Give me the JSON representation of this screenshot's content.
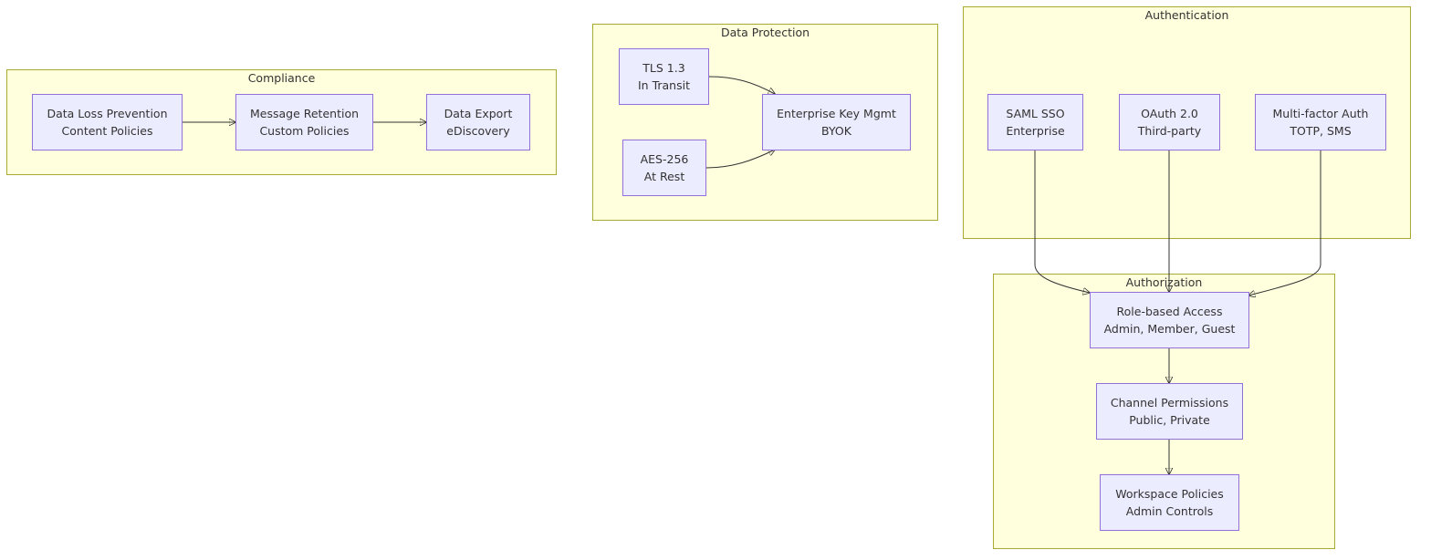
{
  "clusters": {
    "compliance": "Compliance",
    "data_protection": "Data Protection",
    "authentication": "Authentication",
    "authorization": "Authorization"
  },
  "nodes": {
    "dlp": {
      "line1": "Data Loss Prevention",
      "line2": "Content Policies"
    },
    "retention": {
      "line1": "Message Retention",
      "line2": "Custom Policies"
    },
    "export": {
      "line1": "Data Export",
      "line2": "eDiscovery"
    },
    "tls": {
      "line1": "TLS 1.3",
      "line2": "In Transit"
    },
    "aes": {
      "line1": "AES-256",
      "line2": "At Rest"
    },
    "ekm": {
      "line1": "Enterprise Key Mgmt",
      "line2": "BYOK"
    },
    "saml": {
      "line1": "SAML SSO",
      "line2": "Enterprise"
    },
    "oauth": {
      "line1": "OAuth 2.0",
      "line2": "Third-party"
    },
    "mfa": {
      "line1": "Multi-factor Auth",
      "line2": "TOTP, SMS"
    },
    "rbac": {
      "line1": "Role-based Access",
      "line2": "Admin, Member, Guest"
    },
    "channel": {
      "line1": "Channel Permissions",
      "line2": "Public, Private"
    },
    "workspace": {
      "line1": "Workspace Policies",
      "line2": "Admin Controls"
    }
  },
  "edges": [
    {
      "from": "dlp",
      "to": "retention"
    },
    {
      "from": "retention",
      "to": "export"
    },
    {
      "from": "tls",
      "to": "ekm"
    },
    {
      "from": "aes",
      "to": "ekm"
    },
    {
      "from": "saml",
      "to": "rbac"
    },
    {
      "from": "oauth",
      "to": "rbac"
    },
    {
      "from": "mfa",
      "to": "rbac"
    },
    {
      "from": "rbac",
      "to": "channel"
    },
    {
      "from": "channel",
      "to": "workspace"
    }
  ]
}
